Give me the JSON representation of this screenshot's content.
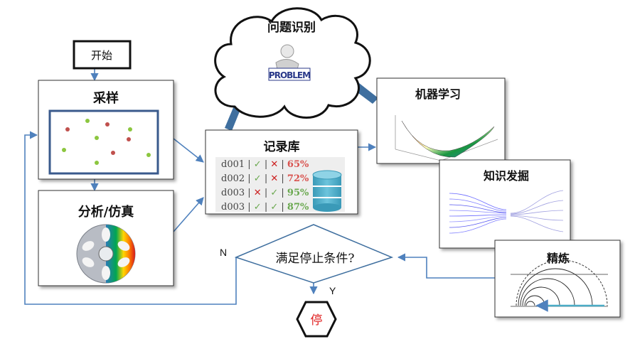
{
  "nodes": {
    "start": "开始",
    "sampling": "采样",
    "analysis": "分析/仿真",
    "problem": "问题识别",
    "problem_banner": "PROBLEM",
    "records": "记录库",
    "ml": "机器学习",
    "knowledge": "知识发掘",
    "refine": "精炼",
    "decision": "满足停止条件?",
    "stop": "停"
  },
  "edge_labels": {
    "no": "N",
    "yes": "Y"
  },
  "records": [
    {
      "id": "d001",
      "marks": [
        "✓",
        "✕"
      ],
      "pct": "65%"
    },
    {
      "id": "d002",
      "marks": [
        "✓",
        "✕"
      ],
      "pct": "72%"
    },
    {
      "id": "d003",
      "marks": [
        "✕",
        "✓"
      ],
      "pct": "95%"
    },
    {
      "id": "d003",
      "marks": [
        "✓",
        "✓"
      ],
      "pct": "87%"
    }
  ],
  "colors": {
    "arrow": "#4f81bd",
    "sample_frame": "#3a5a8c",
    "red_dot": "#c0504d",
    "green_dot": "#8cc63f",
    "database": "#4bacc6",
    "stop_text": "#e02020"
  }
}
